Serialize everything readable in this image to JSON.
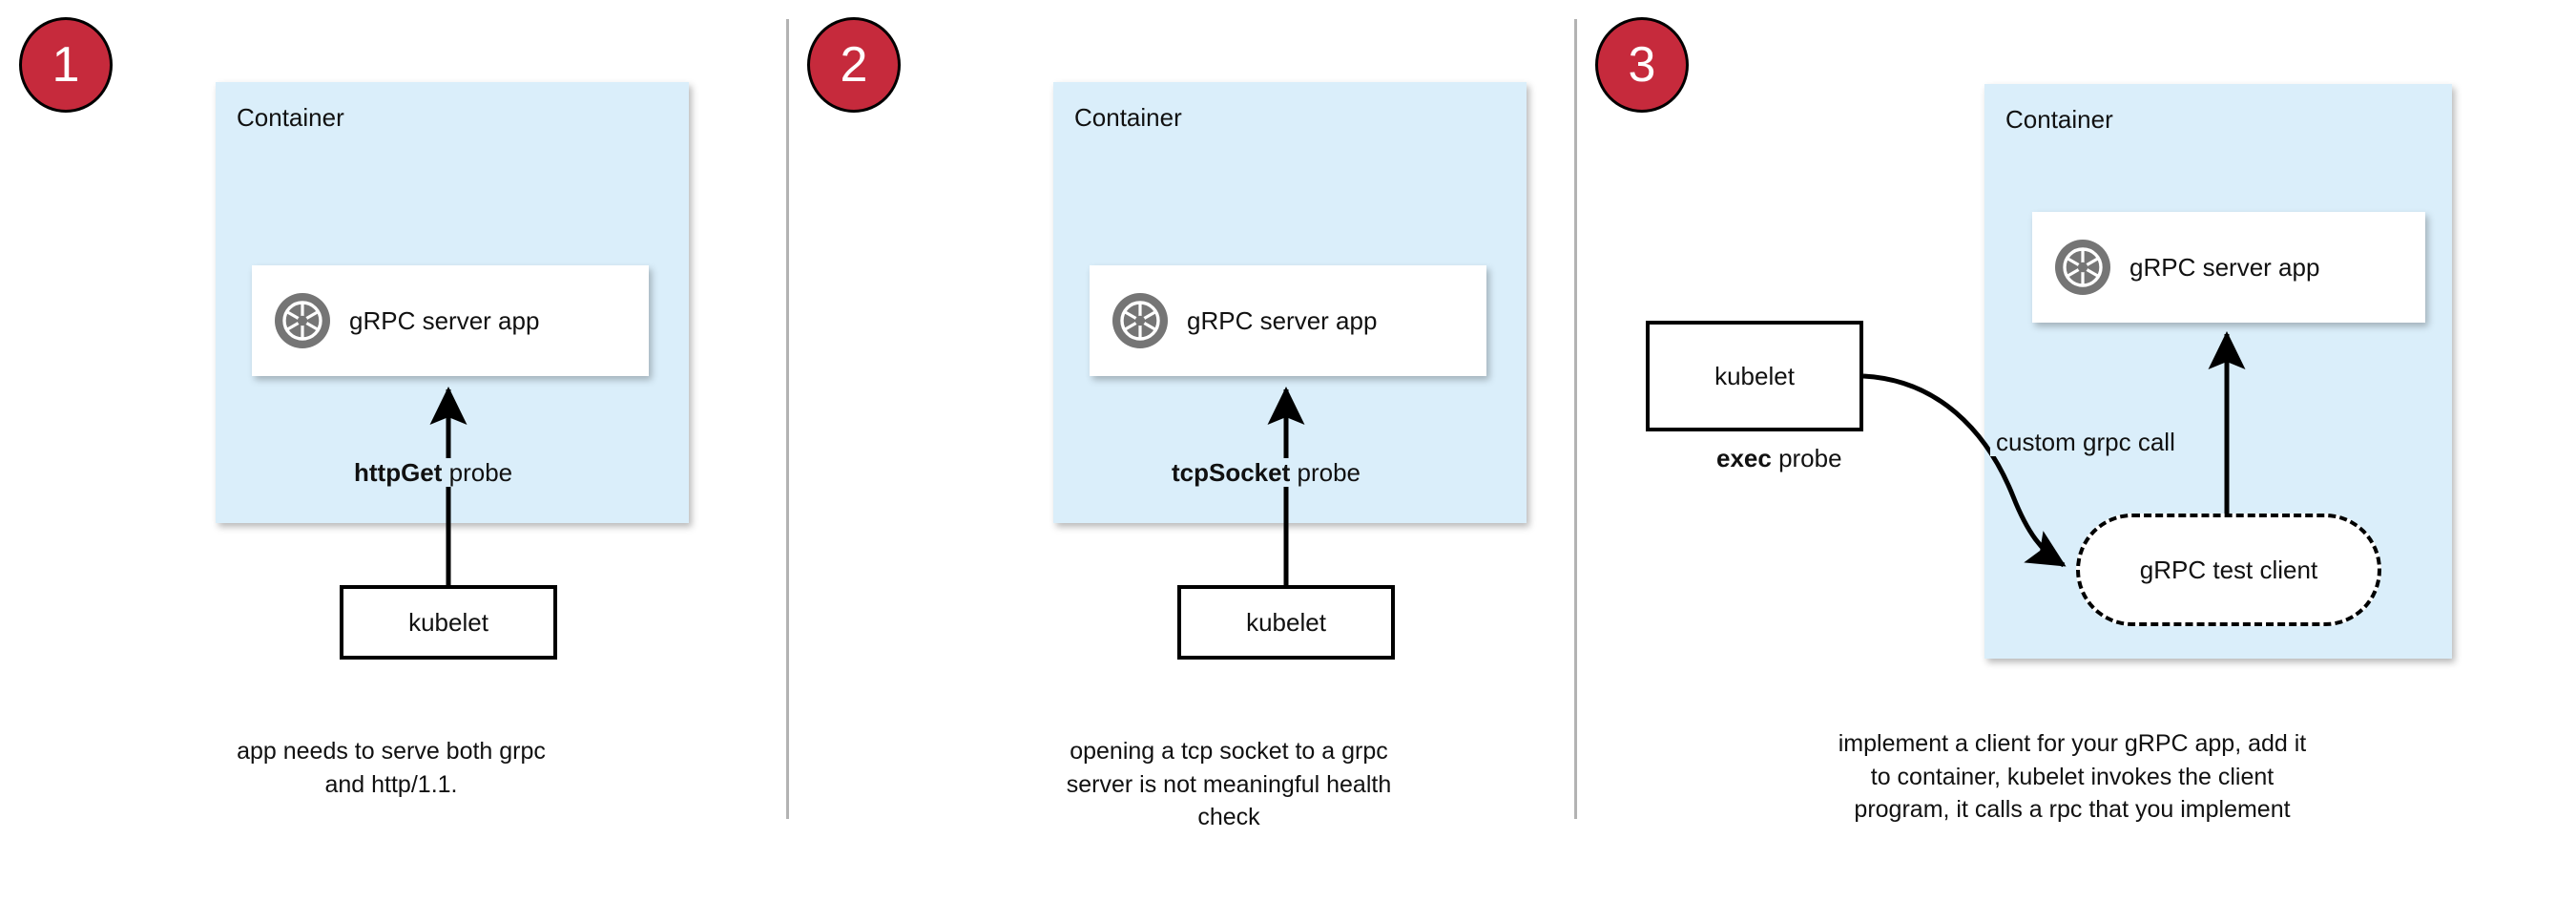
{
  "theme": {
    "badge_fill": "#C62A3C",
    "badge_text": "#FFFFFF",
    "container_fill": "#DAEEFA",
    "card_fill": "#FFFFFF",
    "stroke": "#000000",
    "divider": "#B3B3B3",
    "icon_gray": "#757575"
  },
  "panels": [
    {
      "step": "1",
      "container_label": "Container",
      "app_label": "gRPC server app",
      "app_icon": "grpc-aperture-icon",
      "probe_label_bold": "httpGet",
      "probe_label_rest": " probe",
      "kubelet_label": "kubelet",
      "caption_lines": [
        "app needs to serve both grpc",
        "and http/1.1."
      ]
    },
    {
      "step": "2",
      "container_label": "Container",
      "app_label": "gRPC server app",
      "app_icon": "grpc-aperture-icon",
      "probe_label_bold": "tcpSocket",
      "probe_label_rest": " probe",
      "kubelet_label": "kubelet",
      "caption_lines": [
        "opening a tcp socket to a grpc",
        "server is not meaningful health",
        "check"
      ]
    },
    {
      "step": "3",
      "container_label": "Container",
      "app_label": "gRPC server app",
      "app_icon": "grpc-aperture-icon",
      "probe_label_bold": "exec",
      "probe_label_rest": " probe",
      "kubelet_label": "kubelet",
      "test_client_label": "gRPC test client",
      "grpc_call_label": "custom grpc call",
      "caption_lines": [
        "implement a client for your gRPC app, add it",
        "to container, kubelet invokes the client",
        "program, it calls a rpc that you implement"
      ]
    }
  ]
}
